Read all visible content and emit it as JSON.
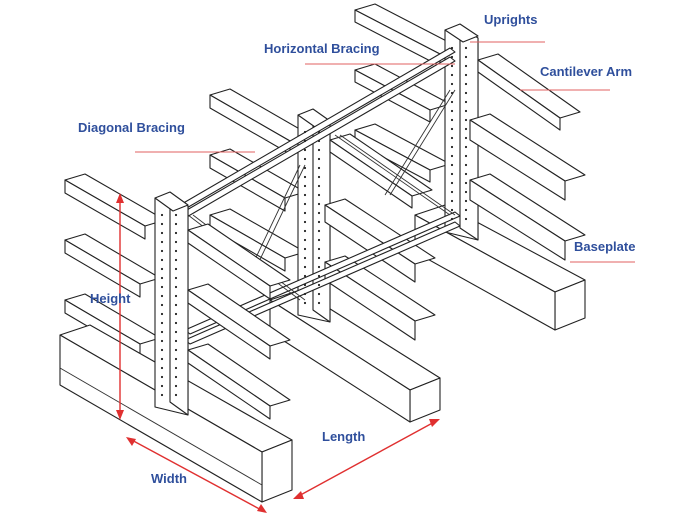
{
  "diagram": {
    "labels": {
      "uprights": "Uprights",
      "horizontal_bracing": "Horizontal Bracing",
      "cantilever_arm": "Cantilever Arm",
      "diagonal_bracing": "Diagonal Bracing",
      "baseplate": "Baseplate",
      "height": "Height",
      "length": "Length",
      "width": "Width"
    },
    "colors": {
      "label_text": "#2f4f9c",
      "leader_line": "#e06060",
      "dimension_line": "#e03030",
      "outline": "#222222"
    }
  }
}
